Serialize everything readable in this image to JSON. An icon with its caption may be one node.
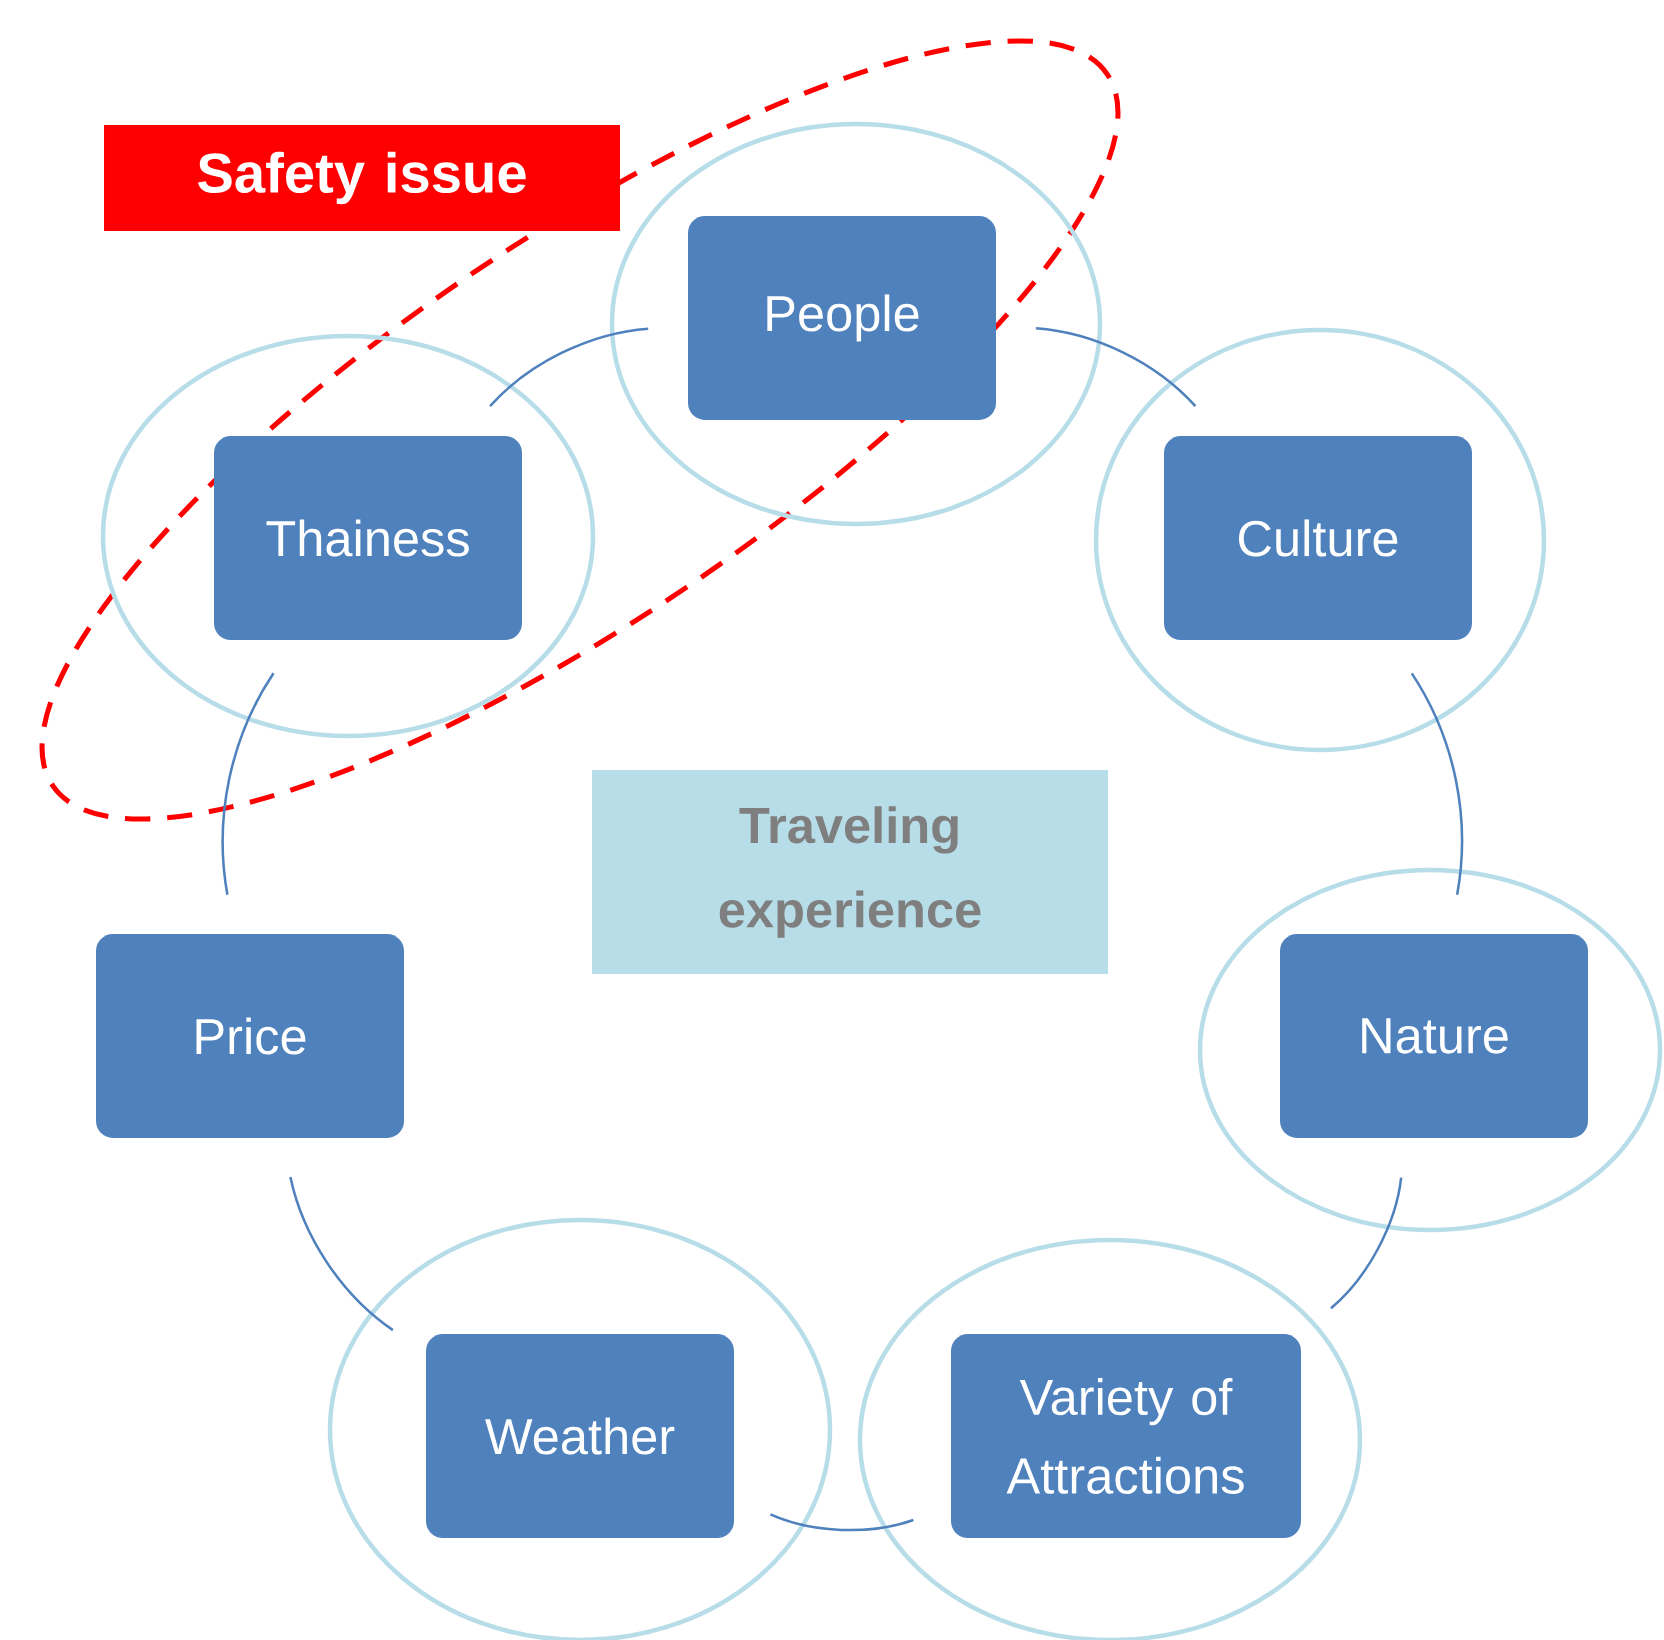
{
  "diagram": {
    "nodes": [
      {
        "text": [
          "Safety issue"
        ]
      },
      {
        "text": [],
        "shape": "ellipse"
      },
      {
        "text": [
          "People"
        ],
        "in": 1
      },
      {
        "text": [],
        "shape": "ellipse"
      },
      {
        "text": [
          "Thainess"
        ],
        "in": 3
      },
      {
        "text": [],
        "shape": "ellipse"
      },
      {
        "text": [
          "Culture"
        ],
        "in": 5
      },
      {
        "text": [
          "Traveling experience"
        ]
      },
      {
        "text": [],
        "shape": "ellipse"
      },
      {
        "text": [
          "Nature"
        ],
        "in": 8
      },
      {
        "text": [
          "Price"
        ]
      },
      {
        "text": [],
        "shape": "ellipse"
      },
      {
        "text": [
          "Weather"
        ],
        "in": 11
      },
      {
        "text": [],
        "shape": "ellipse"
      },
      {
        "text": [
          "Variety of Attractions"
        ],
        "in": 13
      }
    ],
    "edges": [
      {
        "from": 2,
        "to": 6,
        "arrow": "none"
      },
      {
        "from": 6,
        "to": 9,
        "arrow": "none"
      },
      {
        "from": 9,
        "to": 14,
        "arrow": "none"
      },
      {
        "from": 14,
        "to": 12,
        "arrow": "none"
      },
      {
        "from": 12,
        "to": 10,
        "arrow": "none"
      },
      {
        "from": 10,
        "to": 4,
        "arrow": "none"
      },
      {
        "from": 4,
        "to": 2,
        "arrow": "none"
      }
    ]
  }
}
